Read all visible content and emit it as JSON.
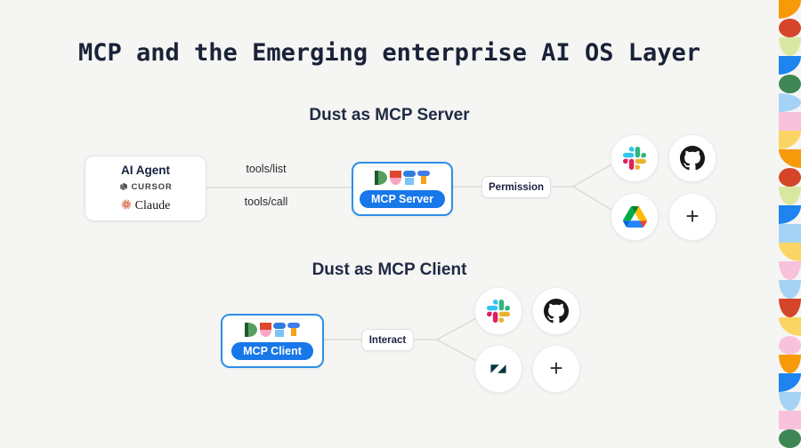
{
  "title": "MCP and the Emerging enterprise AI OS Layer",
  "server_section": {
    "heading": "Dust as MCP Server",
    "agent_box": {
      "title": "AI Agent",
      "cursor_label": "CURSOR",
      "claude_label": "Claude"
    },
    "edge_label_top": "tools/list",
    "edge_label_bottom": "tools/call",
    "dust_badge": "MCP Server",
    "gate_label": "Permission",
    "services": [
      "slack",
      "github",
      "google-drive",
      "add"
    ]
  },
  "client_section": {
    "heading": "Dust as MCP Client",
    "dust_badge": "MCP Client",
    "gate_label": "Interact",
    "services": [
      "slack",
      "github",
      "zendesk",
      "add"
    ]
  },
  "icons": {
    "add_glyph": "+"
  },
  "colors": {
    "background": "#F5F5F3",
    "title_text": "#1A2238",
    "accent_blue": "#1877E9",
    "pill_blue": "#1877E9",
    "box_border_blue": "#2E8FE9",
    "connector_line": "#DBDBD6",
    "claude_orange": "#D97757",
    "zendesk_teal": "#03363D"
  },
  "decor_shapes": [
    {
      "c": "#F79A0A",
      "s": "quarter-br"
    },
    {
      "c": "#D5452A",
      "s": "circle"
    },
    {
      "c": "#D9E8A0",
      "s": "dome"
    },
    {
      "c": "#1D84F0",
      "s": "quarter-br"
    },
    {
      "c": "#3F8655",
      "s": "circle"
    },
    {
      "c": "#A5D3F5",
      "s": "half-r"
    },
    {
      "c": "#F9C2DC",
      "s": "square"
    },
    {
      "c": "#FBD564",
      "s": "quarter-br"
    },
    {
      "c": "#F79A0A",
      "s": "quarter-bl"
    },
    {
      "c": "#D5452A",
      "s": "circle"
    },
    {
      "c": "#D9E8A0",
      "s": "dome"
    },
    {
      "c": "#1D84F0",
      "s": "quarter-br"
    },
    {
      "c": "#A5D3F5",
      "s": "square"
    },
    {
      "c": "#FBD564",
      "s": "quarter-bl"
    },
    {
      "c": "#F9C2DC",
      "s": "dome"
    },
    {
      "c": "#A5D3F5",
      "s": "dome"
    },
    {
      "c": "#D5452A",
      "s": "dome"
    },
    {
      "c": "#FBD564",
      "s": "quarter-bl"
    },
    {
      "c": "#F9C2DC",
      "s": "circle"
    },
    {
      "c": "#F79A0A",
      "s": "dome"
    },
    {
      "c": "#1D84F0",
      "s": "quarter-br"
    },
    {
      "c": "#A5D3F5",
      "s": "dome"
    },
    {
      "c": "#F9C2DC",
      "s": "square"
    },
    {
      "c": "#3F8655",
      "s": "circle"
    }
  ]
}
